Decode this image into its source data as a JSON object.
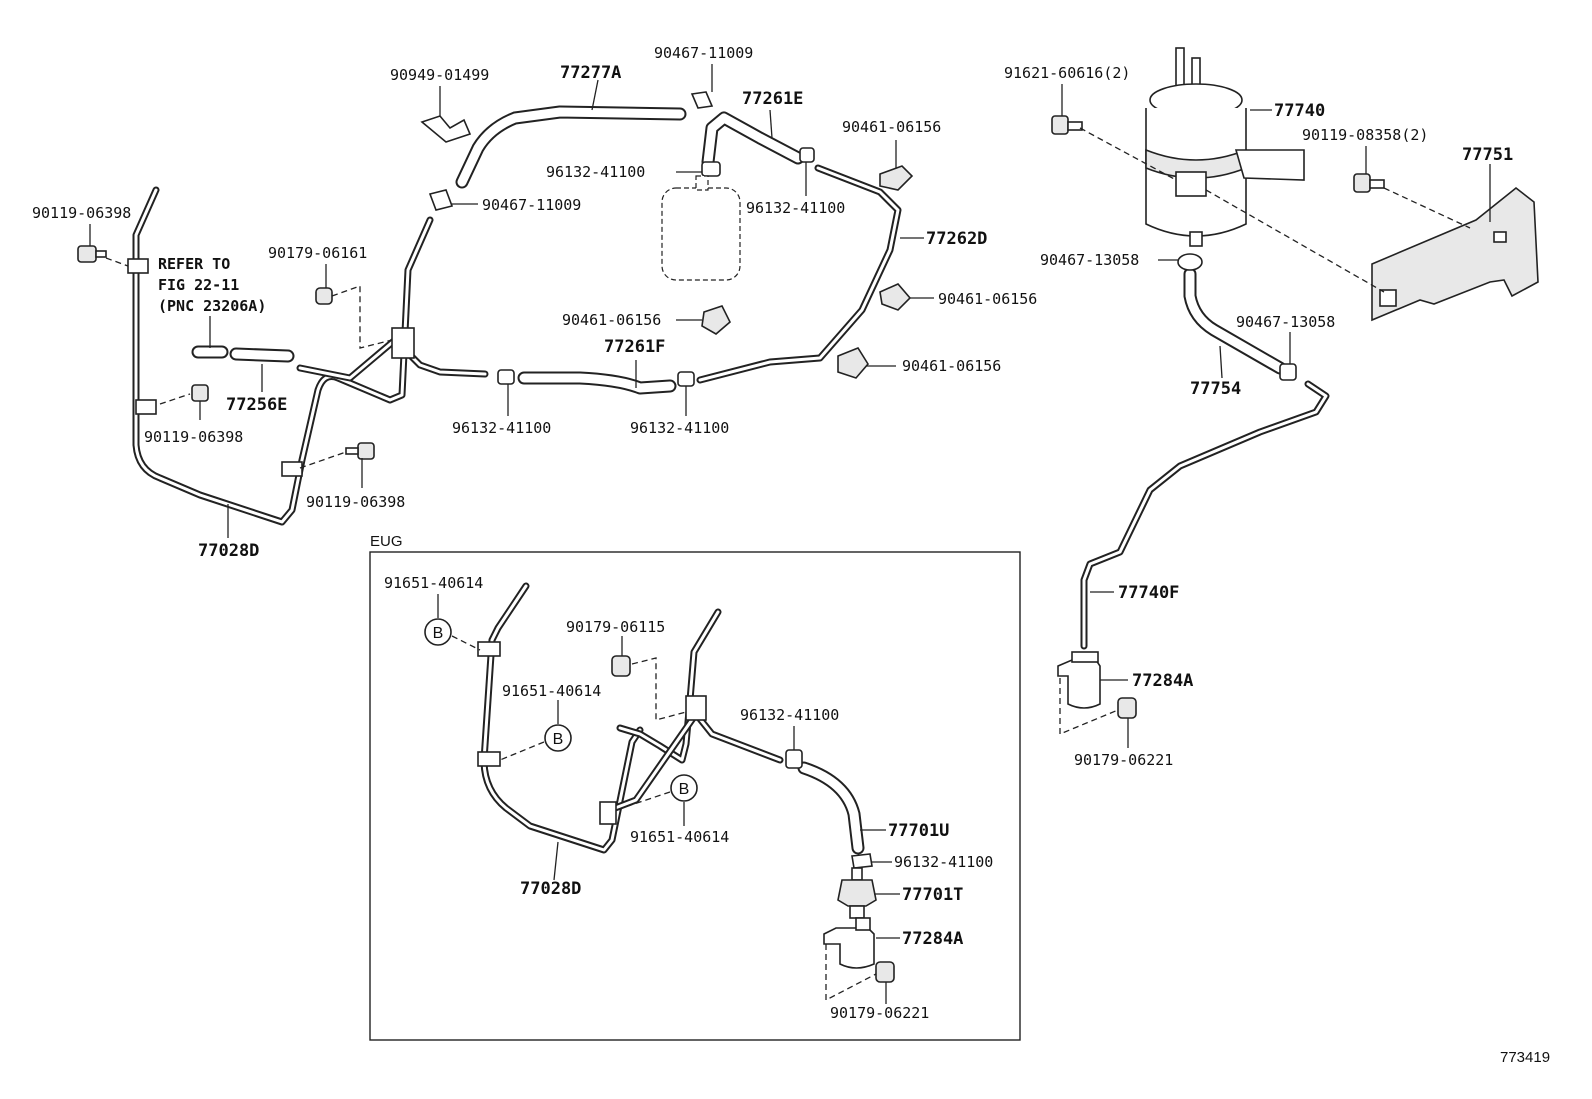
{
  "labels": {
    "p_90949_01499": "90949-01499",
    "p_77277A": "77277A",
    "p_90467_11009_top": "90467-11009",
    "p_77261E": "77261E",
    "p_90461_06156_a": "90461-06156",
    "p_96132_41100_a": "96132-41100",
    "p_90467_11009_mid": "90467-11009",
    "p_96132_41100_b": "96132-41100",
    "p_77262D": "77262D",
    "p_90119_06398_a": "90119-06398",
    "p_90179_06161": "90179-06161",
    "p_90461_06156_b": "90461-06156",
    "p_90461_06156_c": "90461-06156",
    "p_77261F": "77261F",
    "p_90461_06156_d": "90461-06156",
    "p_77256E": "77256E",
    "p_90119_06398_b": "90119-06398",
    "p_96132_41100_c": "96132-41100",
    "p_96132_41100_d": "96132-41100",
    "p_90119_06398_c": "90119-06398",
    "p_77028D_top": "77028D",
    "p_91621_60616": "91621-60616(2)",
    "p_77740": "77740",
    "p_90119_08358": "90119-08358(2)",
    "p_77751": "77751",
    "p_90467_13058_a": "90467-13058",
    "p_90467_13058_b": "90467-13058",
    "p_77754": "77754",
    "p_77740F": "77740F",
    "p_77284A_right": "77284A",
    "p_90179_06221_right": "90179-06221",
    "p_91651_40614_a": "91651-40614",
    "p_90179_06115": "90179-06115",
    "p_91651_40614_b": "91651-40614",
    "p_96132_41100_e": "96132-41100",
    "p_77701U": "77701U",
    "p_91651_40614_c": "91651-40614",
    "p_96132_41100_f": "96132-41100",
    "p_77701T": "77701T",
    "p_77028D_bot": "77028D",
    "p_77284A_bot": "77284A",
    "p_90179_06221_bot": "90179-06221"
  },
  "notes": {
    "refer_line1": "REFER TO",
    "refer_line2": "FIG 22-11",
    "refer_line3": "(PNC 23206A)"
  },
  "inset": {
    "title": "EUG",
    "marker": "B"
  },
  "figure_id": "773419"
}
